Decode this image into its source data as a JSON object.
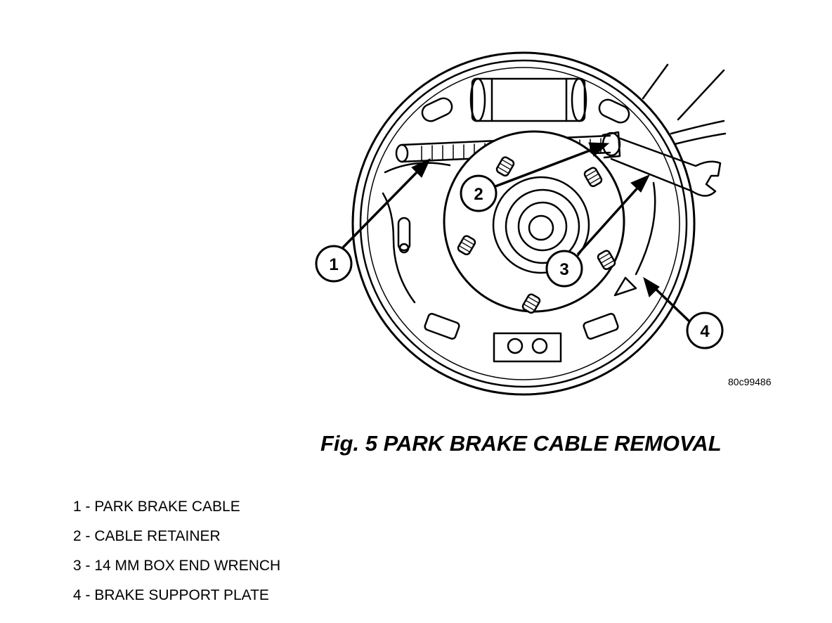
{
  "figure": {
    "code": "80c99486",
    "title": "Fig. 5 PARK BRAKE CABLE REMOVAL"
  },
  "callouts": [
    "1",
    "2",
    "3",
    "4"
  ],
  "legend": [
    "1 - PARK BRAKE CABLE",
    "2 - CABLE RETAINER",
    "3 - 14 MM BOX END WRENCH",
    "4 - BRAKE SUPPORT PLATE"
  ]
}
